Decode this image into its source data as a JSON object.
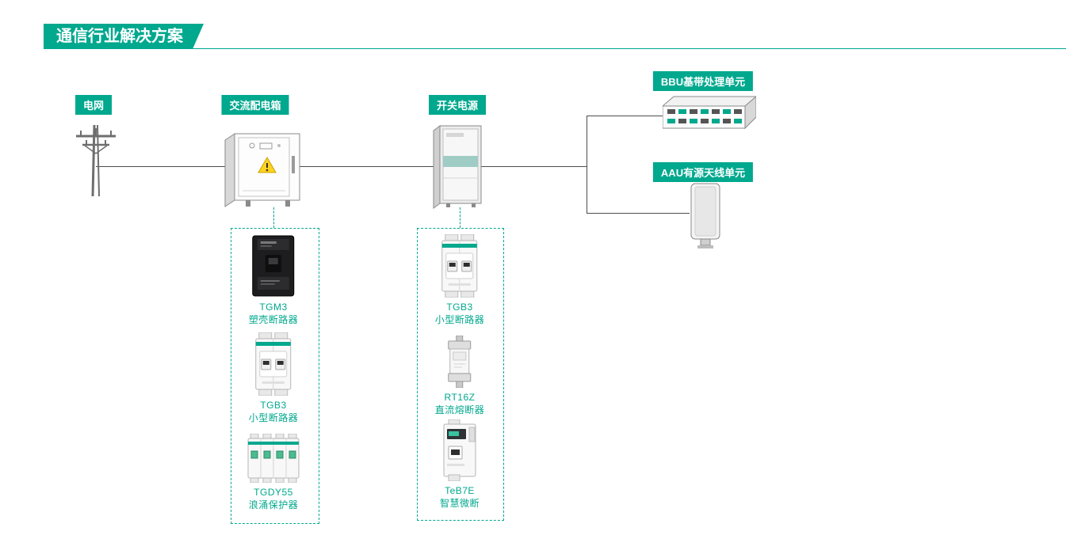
{
  "title": "通信行业解决方案",
  "colors": {
    "accent": "#00A88E",
    "line": "#4d4d4d"
  },
  "nodes": {
    "grid": {
      "label": "电网"
    },
    "ac_distribution_box": {
      "label": "交流配电箱"
    },
    "switching_power": {
      "label": "开关电源"
    },
    "bbu": {
      "label": "BBU基带处理单元"
    },
    "aau": {
      "label": "AAU有源天线单元"
    }
  },
  "product_groups": [
    {
      "items": [
        {
          "model": "TGM3",
          "name": "塑壳断路器"
        },
        {
          "model": "TGB3",
          "name": "小型断路器"
        },
        {
          "model": "TGDY55",
          "name": "浪涌保护器"
        }
      ]
    },
    {
      "items": [
        {
          "model": "TGB3",
          "name": "小型断路器"
        },
        {
          "model": "RT16Z",
          "name": "直流熔断器"
        },
        {
          "model": "TeB7E",
          "name": "智慧微断"
        }
      ]
    }
  ]
}
